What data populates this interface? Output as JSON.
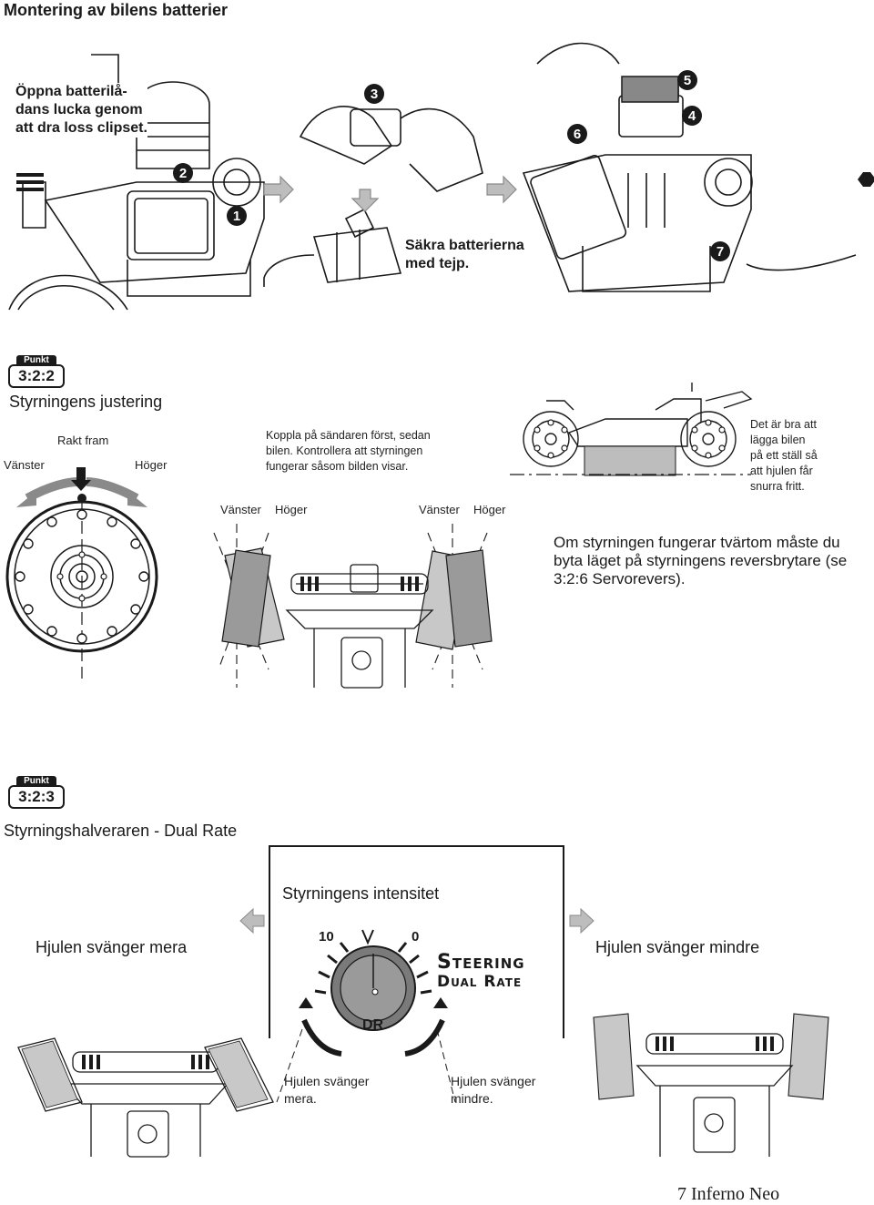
{
  "header": {
    "title": "Montering av bilens batterier"
  },
  "battery_section": {
    "instruction_open": "Öppna batterilå-\ndans lucka genom\natt dra loss clipset.",
    "instruction_tape": "Säkra batterierna\nmed tejp.",
    "steps": [
      "1",
      "2",
      "3",
      "4",
      "5",
      "6",
      "7"
    ]
  },
  "steering_section": {
    "badge_tab": "Punkt",
    "badge_number": "3:2:2",
    "title": "Styrningens justering",
    "wheel_labels": {
      "left": "Vänster",
      "straight": "Rakt fram",
      "right": "Höger"
    },
    "instruction_connect": "Koppla på sändaren först, sedan\nbilen. Kontrollera att styrningen\nfungerar såsom bilden visar.",
    "instruction_stand": "Det är bra att\nlägga bilen\npå ett ställ så\natt hjulen får\nsnurra fritt.",
    "chassis_labels": {
      "left_a": "Vänster",
      "right_a": "Höger",
      "left_b": "Vänster",
      "right_b": "Höger"
    },
    "reverse_note": "Om styrningen fungerar tvärtom måste du\nbyta läget på styrningens reversbrytare (se\n3:2:6 Servorevers)."
  },
  "dual_rate_section": {
    "badge_tab": "Punkt",
    "badge_number": "3:2:3",
    "title": "Styrningshalveraren - Dual Rate",
    "intensity_label": "Styrningens intensitet",
    "left_label": "Hjulen svänger mera",
    "right_label": "Hjulen svänger mindre",
    "dial_max": "10",
    "dial_min": "0",
    "dial_label": "DR",
    "steering_word": "Steering",
    "dual_rate_word": "Dual Rate",
    "below_left": "Hjulen svänger\nmera.",
    "below_right": "Hjulen svänger\nmindre."
  },
  "footer": {
    "page": "7 Inferno Neo"
  }
}
